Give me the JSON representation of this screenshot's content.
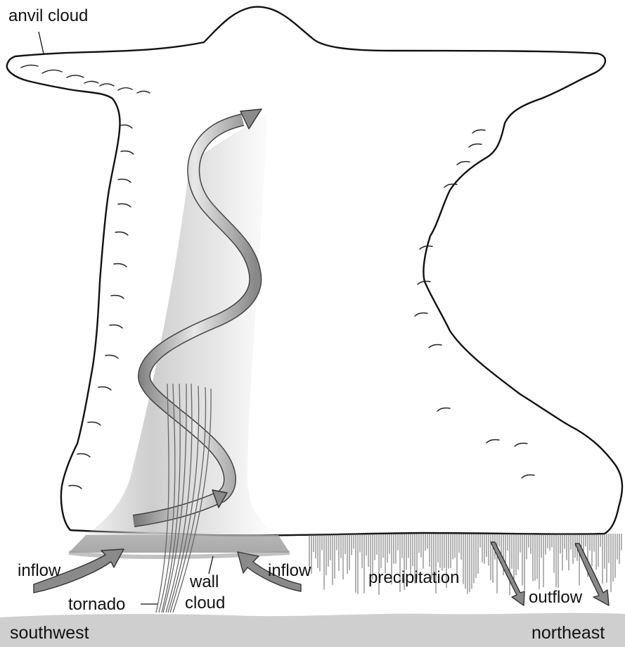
{
  "labels": {
    "anvil_cloud": "anvil cloud",
    "inflow_left": "inflow",
    "inflow_right": "inflow",
    "wall_cloud_line1": "wall",
    "wall_cloud_line2": "cloud",
    "tornado": "tornado",
    "precipitation": "precipitation",
    "outflow": "outflow",
    "southwest": "southwest",
    "northeast": "northeast"
  },
  "colors": {
    "ground": "#cfcfcf",
    "arrow_fill": "#8a8a8a",
    "wall_cloud_shade": "#9e9e9e",
    "outline": "#111111"
  }
}
